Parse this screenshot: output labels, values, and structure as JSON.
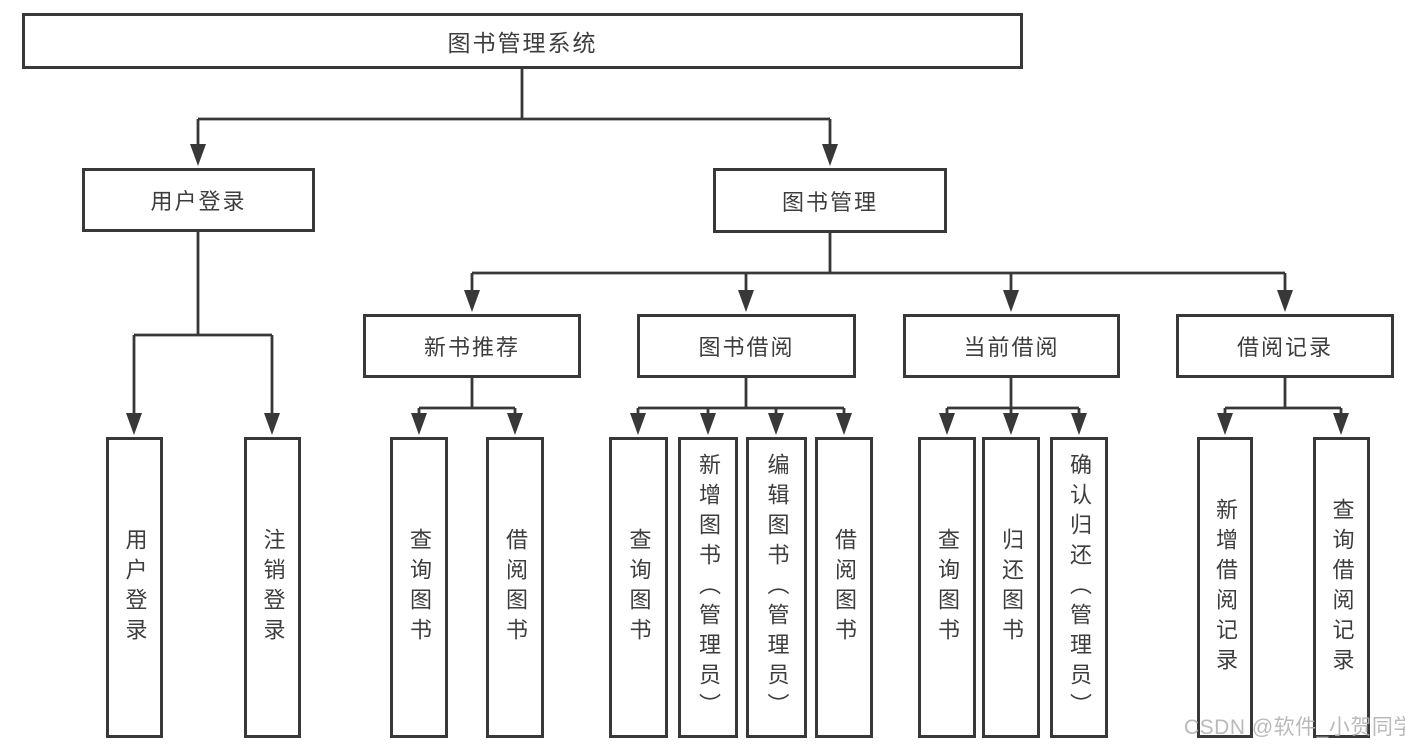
{
  "colors": {
    "line": "#383838",
    "box_border": "#383838",
    "text": "#3d3d3d",
    "watermark": "#b3b3b3",
    "background": "#ffffff"
  },
  "watermark": {
    "text": "CSDN @软件_小贺同学"
  },
  "tree": {
    "root": {
      "label": "图书管理系统",
      "children": [
        {
          "label": "用户登录",
          "children": [
            {
              "label": "用户登录"
            },
            {
              "label": "注销登录"
            }
          ]
        },
        {
          "label": "图书管理",
          "children": [
            {
              "label": "新书推荐",
              "children": [
                {
                  "label": "查询图书"
                },
                {
                  "label": "借阅图书"
                }
              ]
            },
            {
              "label": "图书借阅",
              "children": [
                {
                  "label": "查询图书"
                },
                {
                  "label": "新增图书（管理员）"
                },
                {
                  "label": "编辑图书（管理员）"
                },
                {
                  "label": "借阅图书"
                }
              ]
            },
            {
              "label": "当前借阅",
              "children": [
                {
                  "label": "查询图书"
                },
                {
                  "label": "归还图书"
                },
                {
                  "label": "确认归还（管理员）"
                }
              ]
            },
            {
              "label": "借阅记录",
              "children": [
                {
                  "label": "新增借阅记录"
                },
                {
                  "label": "查询借阅记录"
                }
              ]
            }
          ]
        }
      ]
    }
  }
}
